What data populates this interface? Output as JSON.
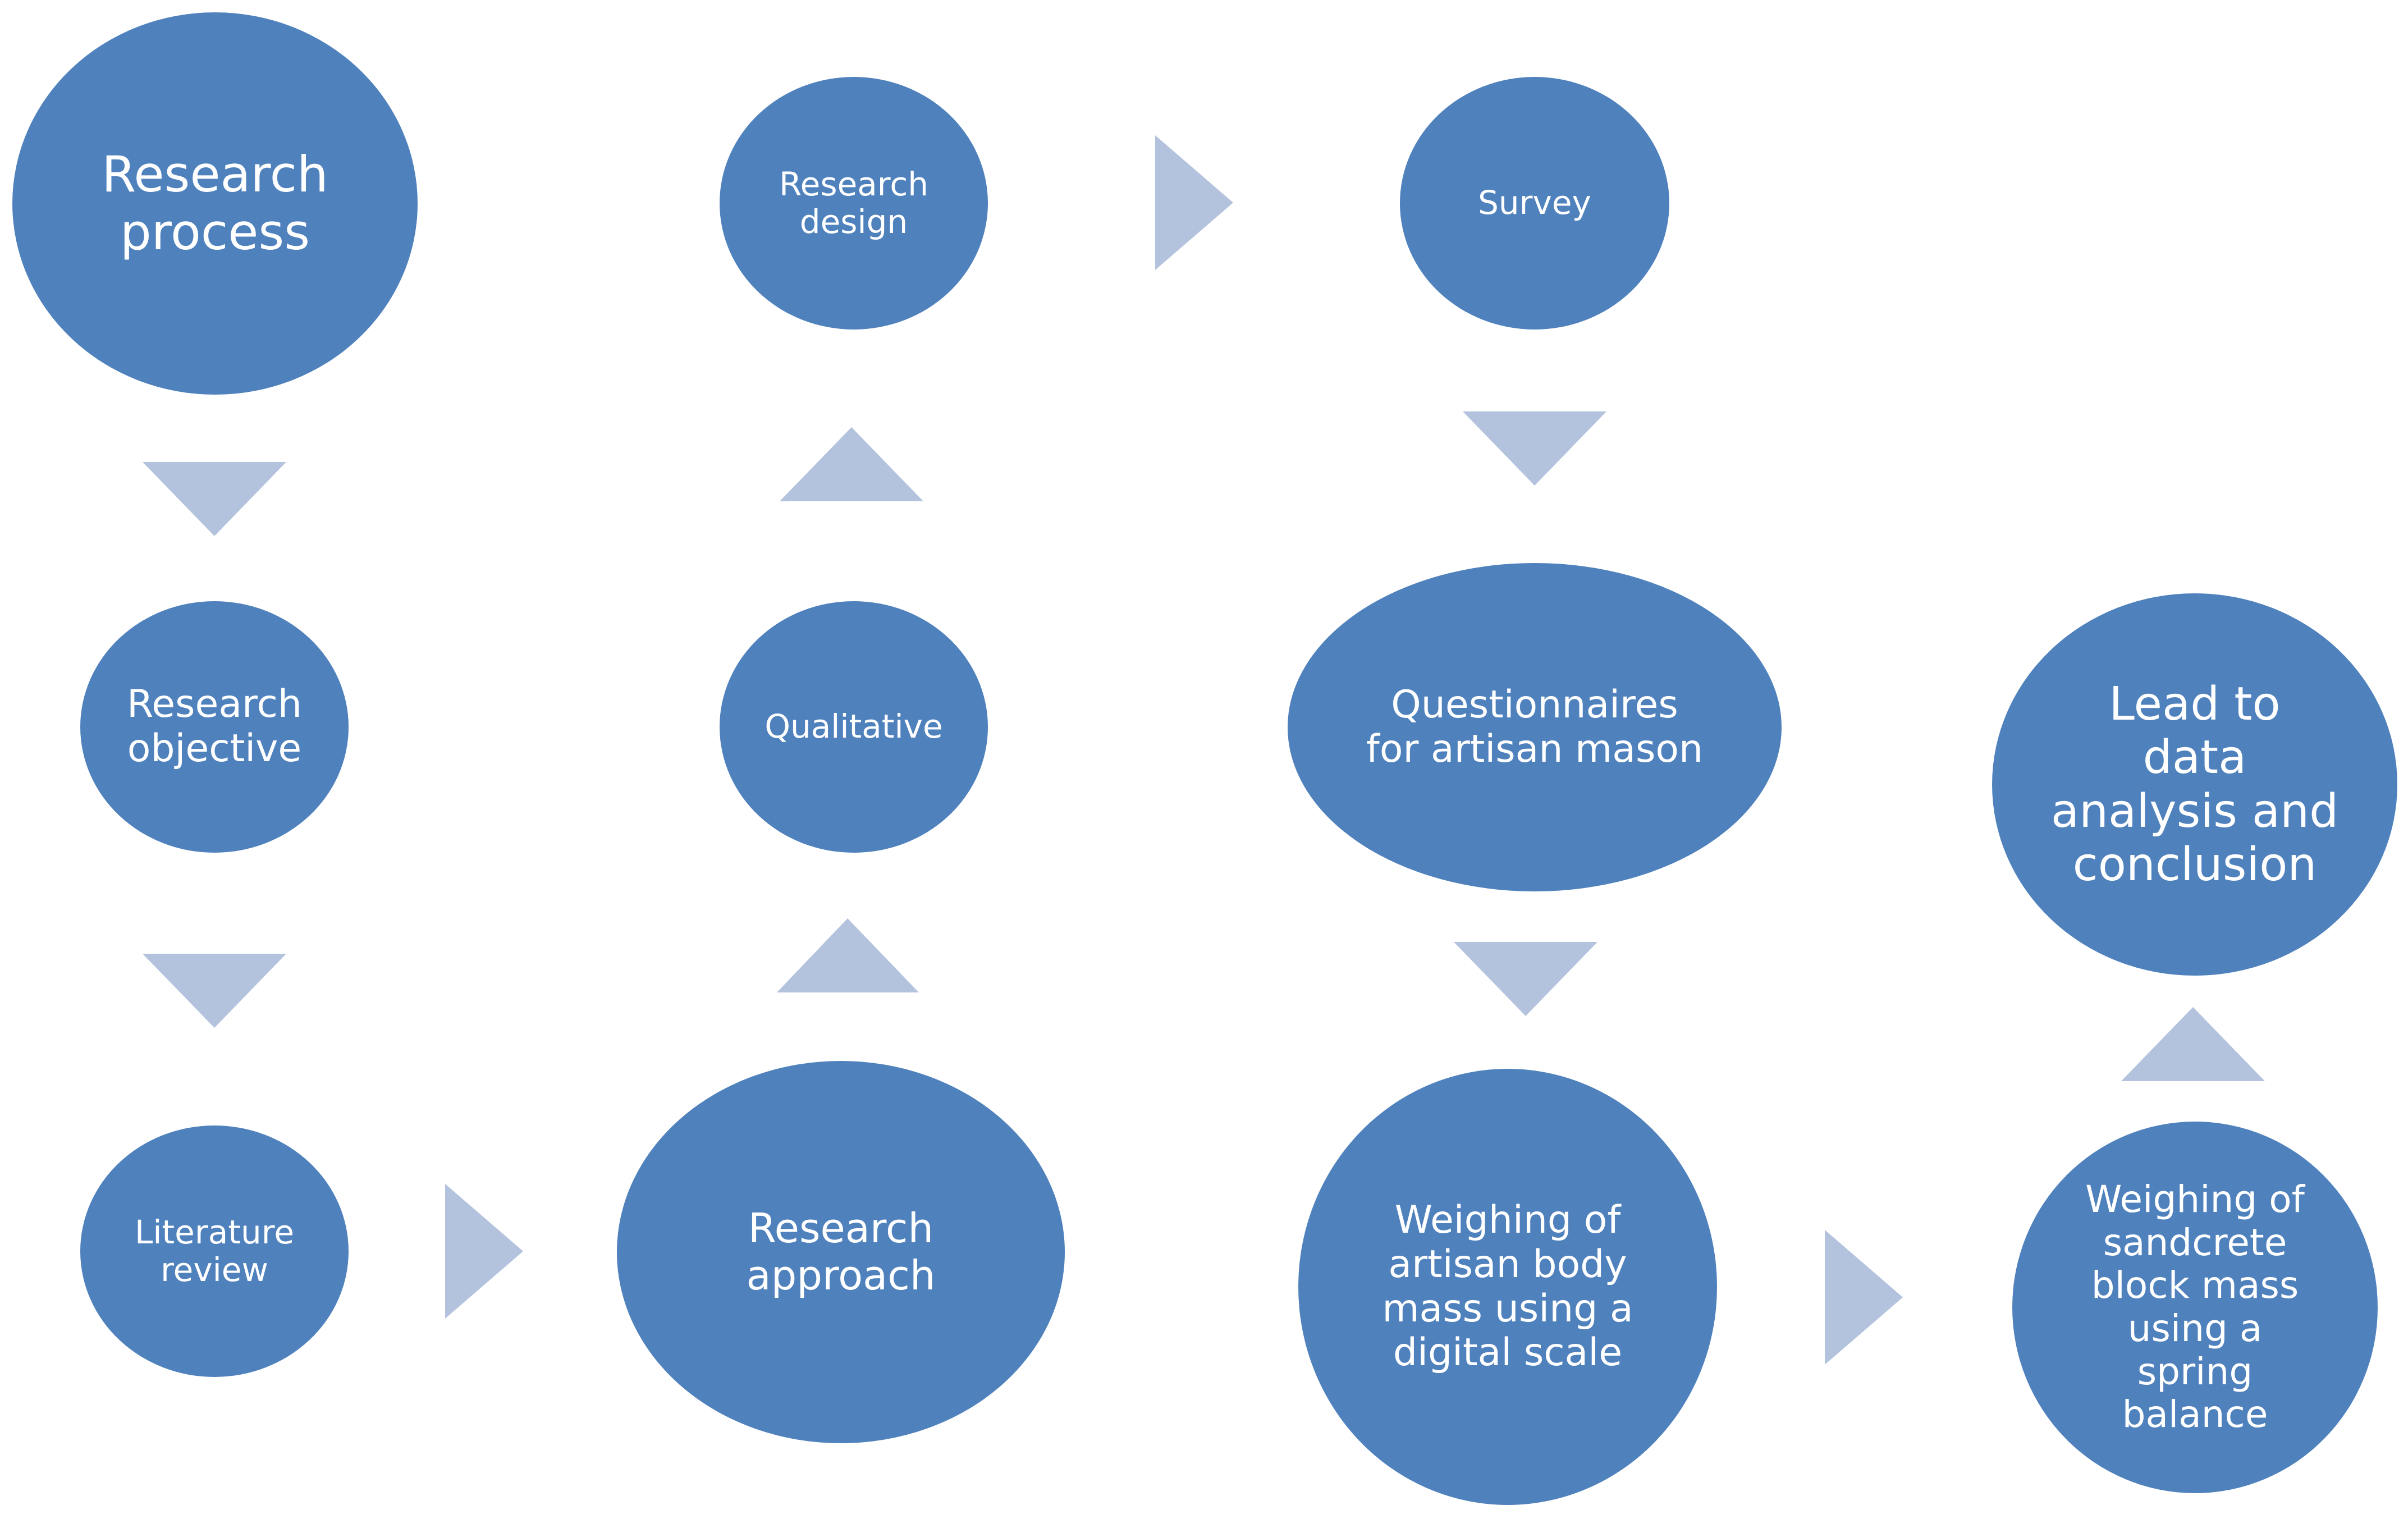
{
  "nodes": {
    "research_process": "Research\nprocess",
    "research_objective": "Research\nobjective",
    "literature_review": "Literature\nreview",
    "research_approach": "Research\napproach",
    "qualitative": "Qualitative",
    "research_design": "Research\ndesign",
    "survey": "Survey",
    "questionnaires": "Questionnaires\nfor artisan mason",
    "weighing_body_mass": "Weighing of\nartisan body\nmass using a\ndigital scale",
    "weighing_block_mass": "Weighing of\nsandcrete\nblock mass\nusing a\nspring\nbalance",
    "conclusion": "Lead to\ndata\nanalysis and\nconclusion"
  },
  "colors": {
    "node_fill": "#4f81bd",
    "arrow_fill": "#b3c2dd",
    "text": "#ffffff",
    "background": "#ffffff"
  }
}
